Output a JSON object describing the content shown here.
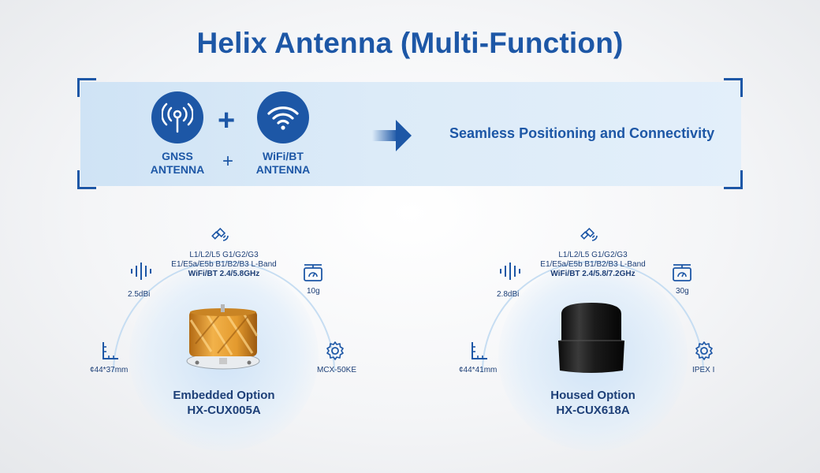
{
  "title": "Helix Antenna (Multi-Function)",
  "banner": {
    "gnss_label": "GNSS\nANTENNA",
    "wifi_label": "WiFi/BT\nANTENNA",
    "plus_big": "+",
    "plus_small": "+",
    "tagline": "Seamless Positioning and Connectivity"
  },
  "products": [
    {
      "bands_line1": "L1/L2/L5  G1/G2/G3",
      "bands_line2": "E1/E5a/E5b  B1/B2/B3 L-Band",
      "bands_line3": "WiFi/BT 2.4/5.8GHz",
      "gain": "2.5dBi",
      "weight": "10g",
      "size": "¢44*37mm",
      "connector": "MCX-50KE",
      "option": "Embedded Option",
      "model": "HX-CUX005A"
    },
    {
      "bands_line1": "L1/L2/L5  G1/G2/G3",
      "bands_line2": "E1/E5a/E5b  B1/B2/B3 L-Band",
      "bands_line3": "WiFi/BT 2.4/5.8/7.2GHz",
      "gain": "2.8dBi",
      "weight": "30g",
      "size": "¢44*41mm",
      "connector": "IPEX I",
      "option": "Housed Option",
      "model": "HX-CUX618A"
    }
  ],
  "colors": {
    "brand": "#1d57a6",
    "dark_text": "#1d3f77",
    "banner_bg": "#d8e9f7"
  }
}
